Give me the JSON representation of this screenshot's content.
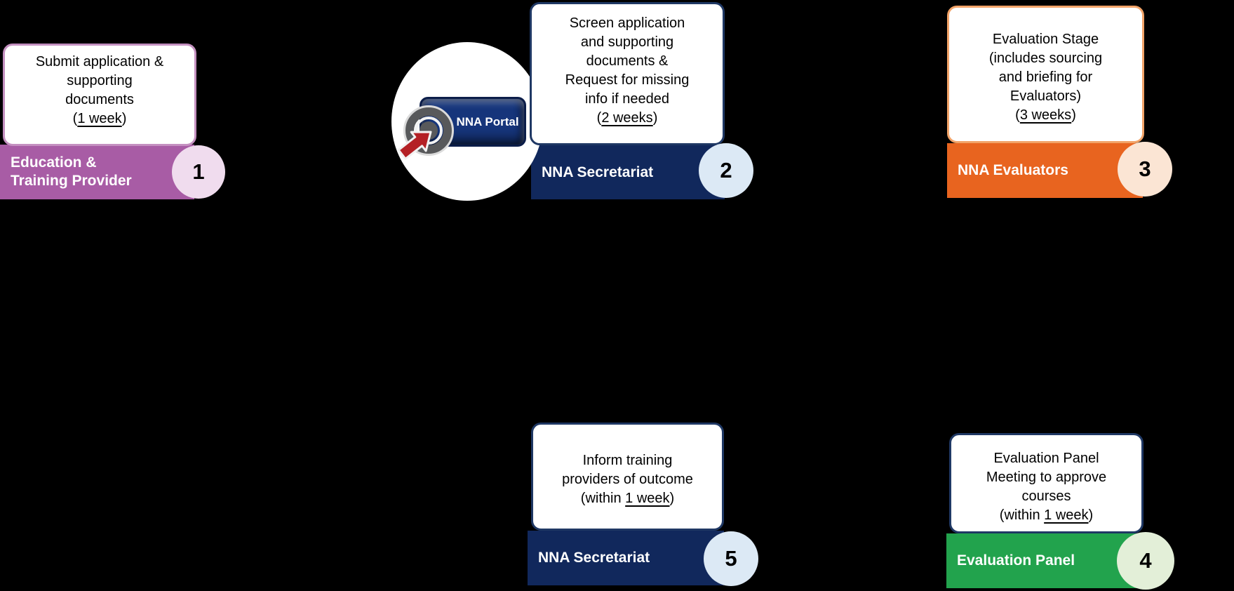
{
  "canvas": {
    "background": "#000000"
  },
  "portal": {
    "button_label": "NNA Portal",
    "colors": {
      "button_face": "#16357B",
      "button_edge": "#0B1D49",
      "button_text": "#FFFFFF",
      "circle_bg": "#FFFFFF",
      "ring": "#58595B",
      "ring_halo": "#DBDBDB",
      "ring_gap": "#F2F2F2",
      "arrow": "#B42025",
      "arrow_outline": "#F2F2F2"
    }
  },
  "steps": [
    {
      "number": "1",
      "bar_label": "Education &\nTraining Provider",
      "card_lines": [
        [
          {
            "t": "Submit application &"
          }
        ],
        [
          {
            "t": "supporting"
          }
        ],
        [
          {
            "t": "documents"
          }
        ],
        [
          {
            "t": "("
          },
          {
            "t": "1 week",
            "u": true
          },
          {
            "t": ")"
          }
        ]
      ],
      "colors": {
        "card_border": "#C490C0",
        "bar_bg": "#A85CA5",
        "bar_text": "#FFFFFF",
        "circle_bg": "#F0DCEE",
        "circle_text": "#000000"
      }
    },
    {
      "number": "2",
      "bar_label": "NNA Secretariat",
      "card_lines": [
        [
          {
            "t": "Screen application"
          }
        ],
        [
          {
            "t": "and supporting"
          }
        ],
        [
          {
            "t": "documents &"
          }
        ],
        [
          {
            "t": "Request for missing"
          }
        ],
        [
          {
            "t": "info if needed"
          }
        ],
        [
          {
            "t": "("
          },
          {
            "t": "2 weeks",
            "u": true
          },
          {
            "t": ")"
          }
        ]
      ],
      "colors": {
        "card_border": "#1F3864",
        "bar_bg": "#11285C",
        "bar_text": "#FFFFFF",
        "circle_bg": "#DCE9F5",
        "circle_text": "#000000"
      }
    },
    {
      "number": "3",
      "bar_label": "NNA Evaluators",
      "card_lines": [
        [
          {
            "t": "Evaluation Stage"
          }
        ],
        [
          {
            "t": "(includes sourcing"
          }
        ],
        [
          {
            "t": "and briefing for"
          }
        ],
        [
          {
            "t": "Evaluators)"
          }
        ],
        [
          {
            "t": "("
          },
          {
            "t": "3 weeks",
            "u": true
          },
          {
            "t": ")"
          }
        ]
      ],
      "colors": {
        "card_border": "#F2A368",
        "bar_bg": "#E8641F",
        "bar_text": "#FFFFFF",
        "circle_bg": "#FBE5D4",
        "circle_text": "#000000"
      }
    },
    {
      "number": "4",
      "bar_label": "Evaluation Panel",
      "card_lines": [
        [
          {
            "t": "Evaluation Panel"
          }
        ],
        [
          {
            "t": "Meeting to approve"
          }
        ],
        [
          {
            "t": "courses"
          }
        ],
        [
          {
            "t": "(within "
          },
          {
            "t": "1 week",
            "u": true
          },
          {
            "t": ")"
          }
        ]
      ],
      "colors": {
        "card_border": "#1F3864",
        "bar_bg": "#22A34D",
        "bar_text": "#FFFFFF",
        "circle_bg": "#E3EFD8",
        "circle_text": "#000000"
      }
    },
    {
      "number": "5",
      "bar_label": "NNA Secretariat",
      "card_lines": [
        [
          {
            "t": "Inform training"
          }
        ],
        [
          {
            "t": "providers of outcome"
          }
        ],
        [
          {
            "t": "(within "
          },
          {
            "t": "1 week",
            "u": true
          },
          {
            "t": ")"
          }
        ]
      ],
      "colors": {
        "card_border": "#1F3864",
        "bar_bg": "#11285C",
        "bar_text": "#FFFFFF",
        "circle_bg": "#DCE9F5",
        "circle_text": "#000000"
      }
    }
  ]
}
